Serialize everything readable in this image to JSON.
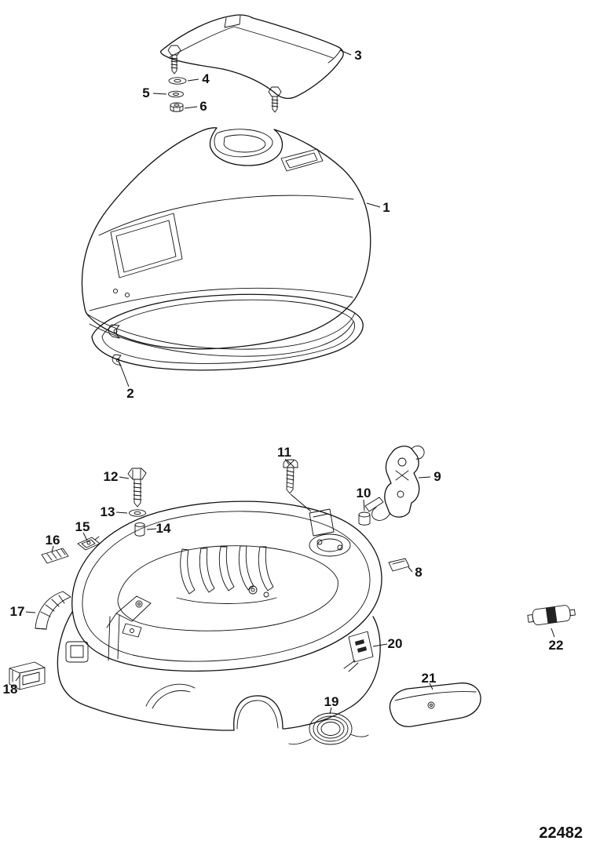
{
  "drawing_number": "22482",
  "colors": {
    "line": "#111111",
    "background": "#ffffff"
  },
  "callouts": {
    "c1": "1",
    "c2": "2",
    "c3": "3",
    "c4": "4",
    "c5": "5",
    "c6": "6",
    "c8": "8",
    "c9": "9",
    "c10": "10",
    "c11": "11",
    "c12": "12",
    "c13": "13",
    "c14": "14",
    "c15": "15",
    "c16": "16",
    "c17": "17",
    "c18": "18",
    "c19": "19",
    "c20": "20",
    "c21": "21",
    "c22": "22"
  }
}
